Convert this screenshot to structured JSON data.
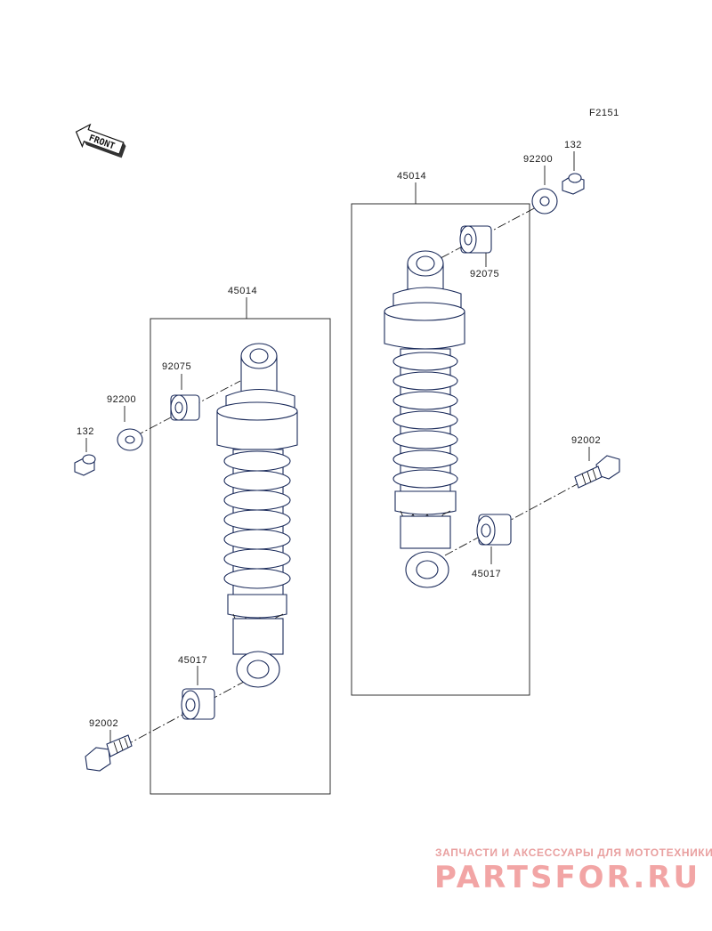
{
  "figure_code": "F2151",
  "front_label": "FRONT",
  "left_group": {
    "assembly": "45014",
    "p92075": "92075",
    "p92200": "92200",
    "p132": "132",
    "p45017": "45017",
    "p92002": "92002"
  },
  "right_group": {
    "assembly": "45014",
    "p92200": "92200",
    "p132": "132",
    "p92075": "92075",
    "p92002": "92002",
    "p45017": "45017"
  },
  "watermark": {
    "tagline": "ЗАПЧАСТИ И АКСЕССУАРЫ ДЛЯ МОТОТЕХНИКИ",
    "logo_text": "PARTSFOR.RU"
  }
}
